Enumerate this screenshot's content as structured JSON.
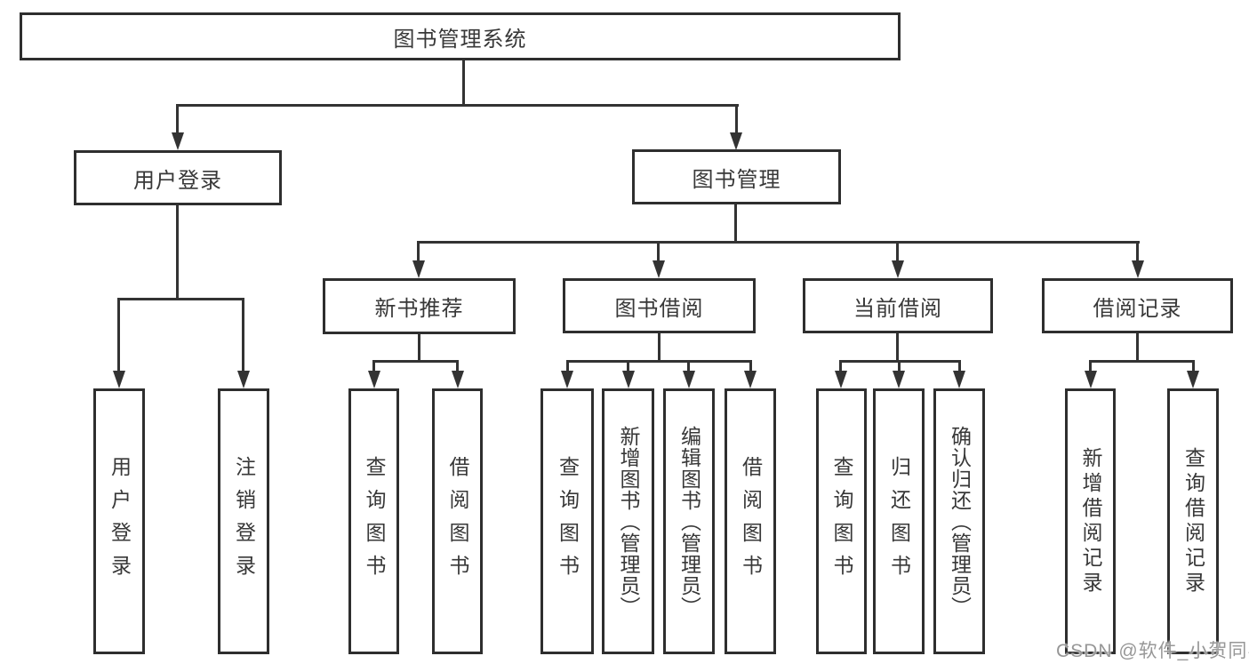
{
  "tree": {
    "label": "图书管理系统",
    "children": [
      {
        "label": "用户登录",
        "children": [
          {
            "label": "用户登录"
          },
          {
            "label": "注销登录"
          }
        ]
      },
      {
        "label": "图书管理",
        "children": [
          {
            "label": "新书推荐",
            "children": [
              {
                "label": "查询图书"
              },
              {
                "label": "借阅图书"
              }
            ]
          },
          {
            "label": "图书借阅",
            "children": [
              {
                "label": "查询图书"
              },
              {
                "label": "新增图书（管理员）"
              },
              {
                "label": "编辑图书（管理员）"
              },
              {
                "label": "借阅图书"
              }
            ]
          },
          {
            "label": "当前借阅",
            "children": [
              {
                "label": "查询图书"
              },
              {
                "label": "归还图书"
              },
              {
                "label": "确认归还（管理员）"
              }
            ]
          },
          {
            "label": "借阅记录",
            "children": [
              {
                "label": "新增借阅记录"
              },
              {
                "label": "查询借阅记录"
              }
            ]
          }
        ]
      }
    ]
  },
  "watermark": {
    "text": "CSDN @软件_小贺同学"
  },
  "colors": {
    "line": "#333333",
    "box_border": "#2e2e2e",
    "text": "#383838",
    "watermark": "#979797",
    "background": "#ffffff"
  }
}
